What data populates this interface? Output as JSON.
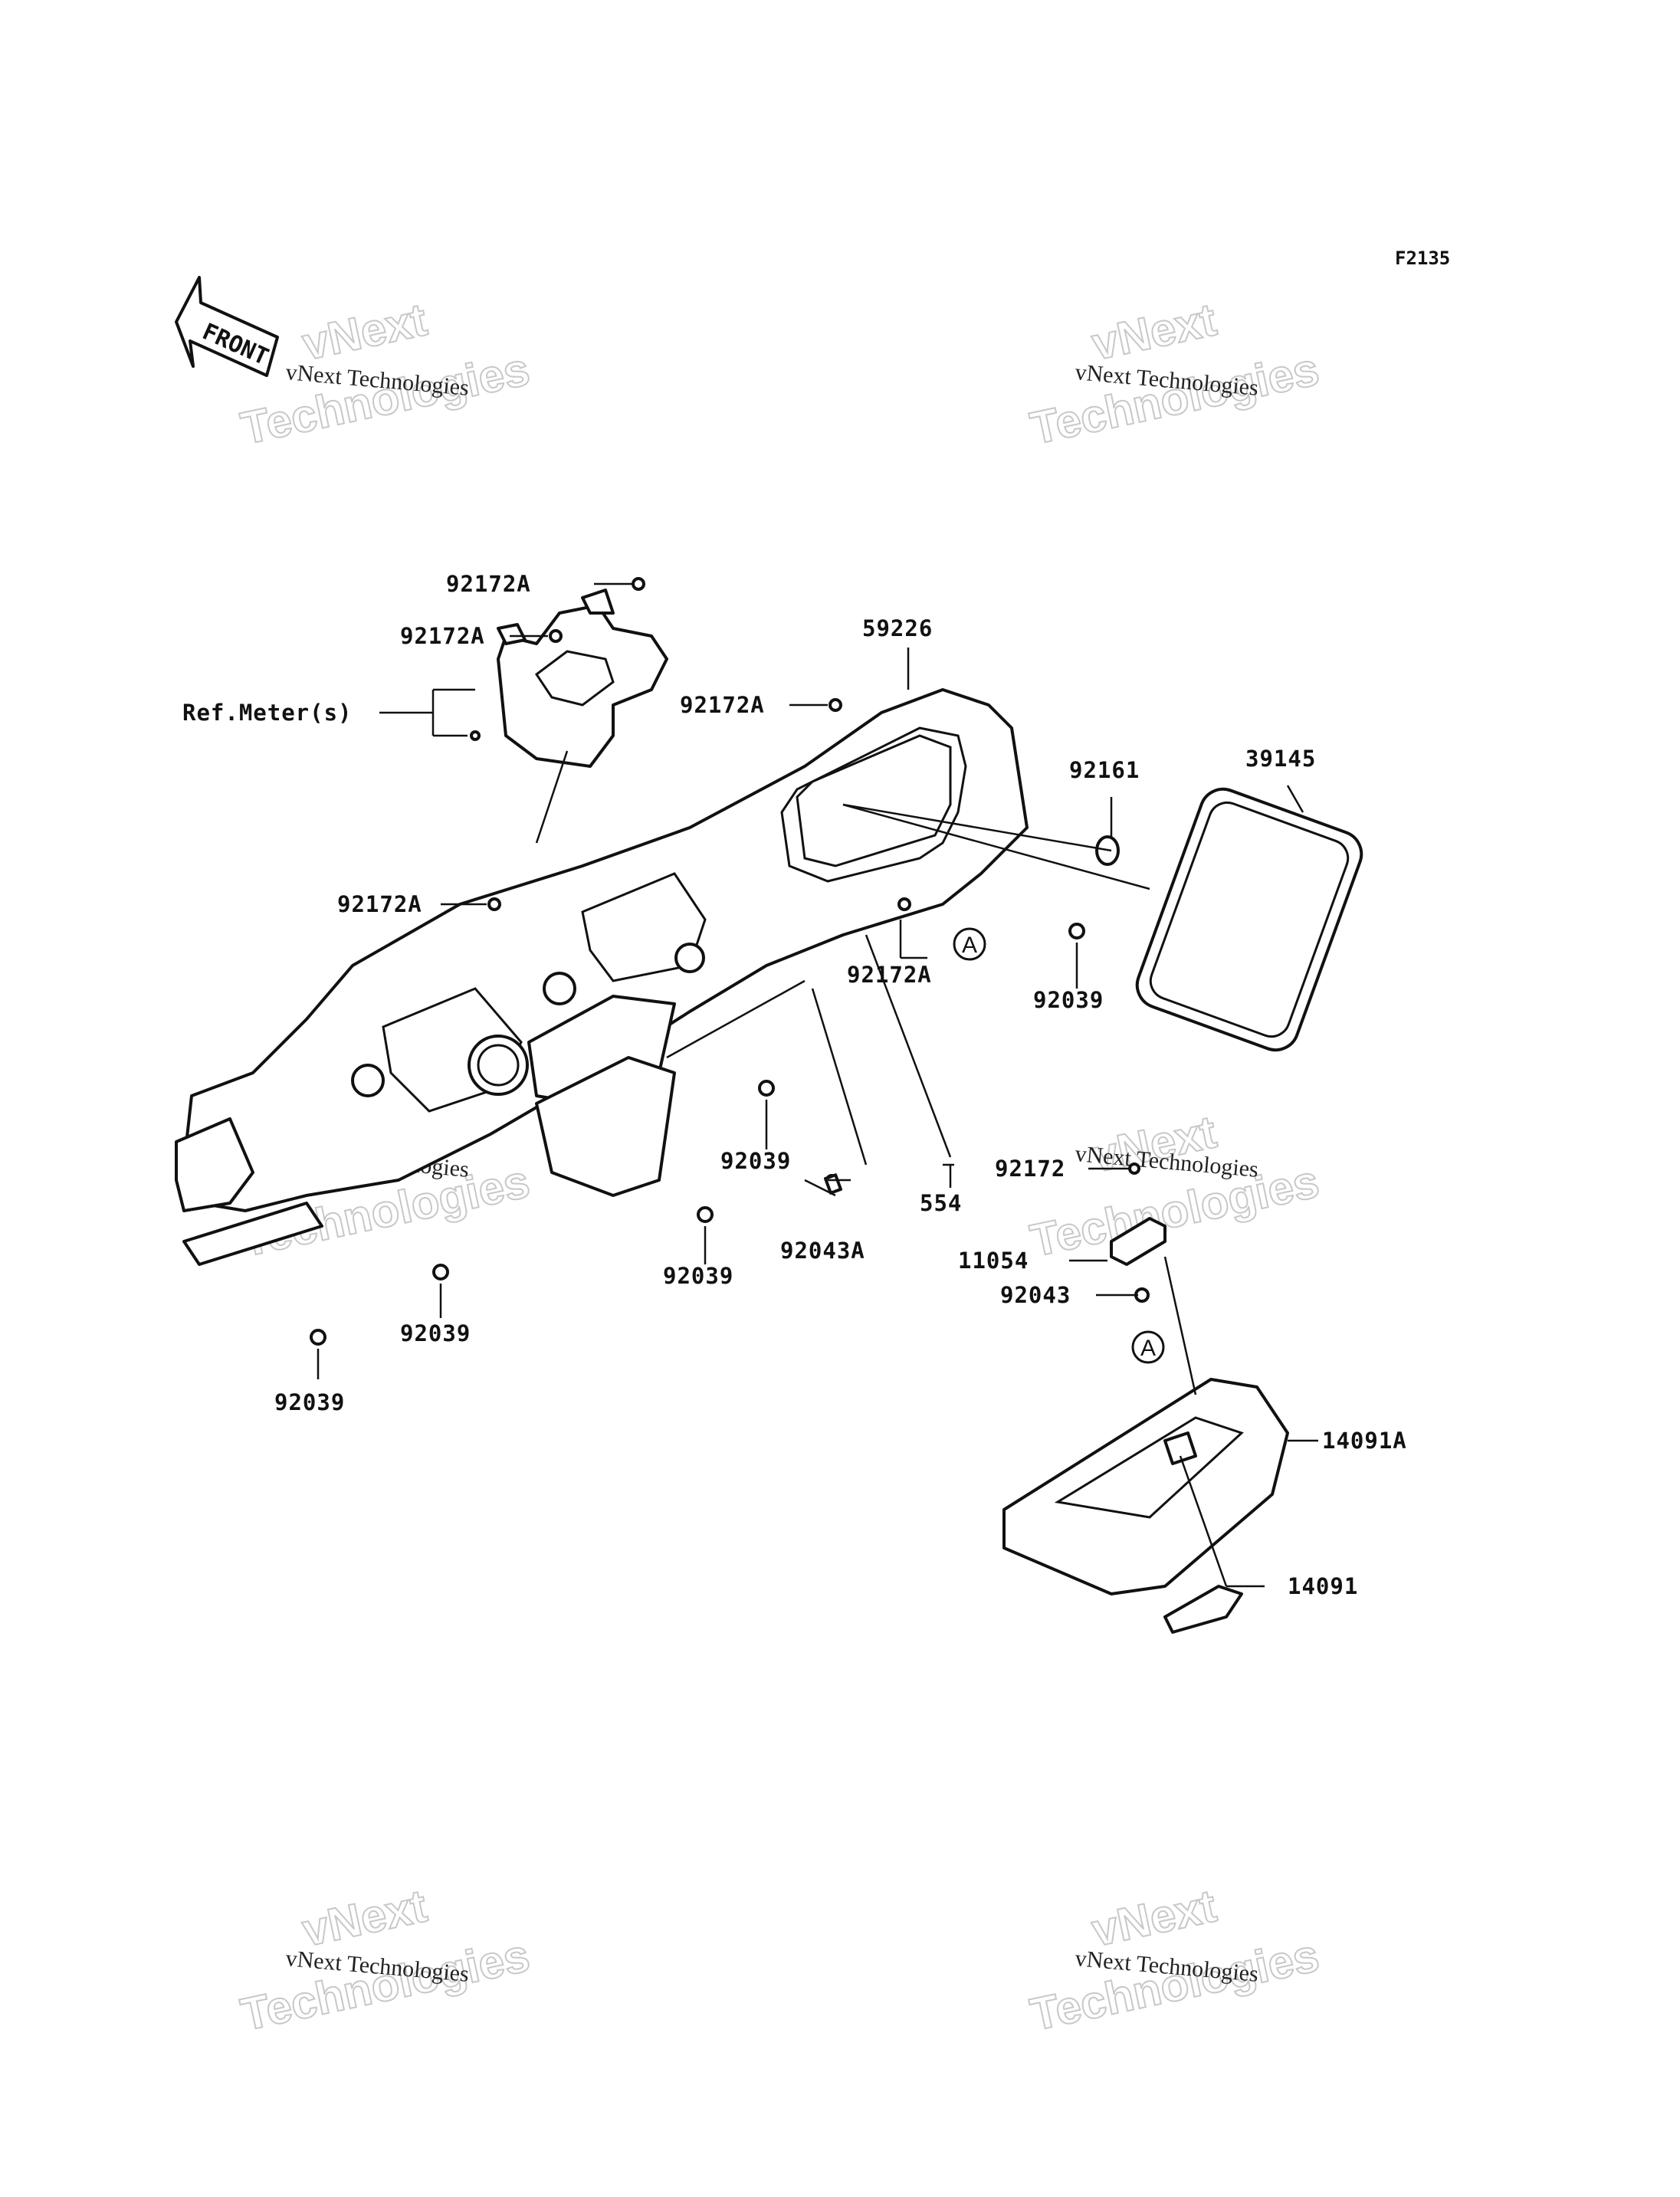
{
  "diagram_code": "F2135",
  "front_arrow_label": "FRONT",
  "watermark": {
    "line1": "vNext Technologies",
    "line2_a": "vNext",
    "line2_b": "Technologies"
  },
  "callouts": {
    "c92172A_1": "92172A",
    "c92172A_2": "92172A",
    "c92172A_3": "92172A",
    "c92172A_4": "92172A",
    "c92172A_5": "92172A",
    "ref_meter": "Ref.Meter(s)",
    "c59226": "59226",
    "c92161": "92161",
    "c39145": "39145",
    "c92039_1": "92039",
    "c92039_2": "92039",
    "c92039_3": "92039",
    "c92039_4": "92039",
    "c92039_5": "92039",
    "c554": "554",
    "c92043A": "92043A",
    "c92172": "92172",
    "c11054": "11054",
    "c92043": "92043",
    "c14091A": "14091A",
    "c14091": "14091",
    "ref_a": "A"
  }
}
